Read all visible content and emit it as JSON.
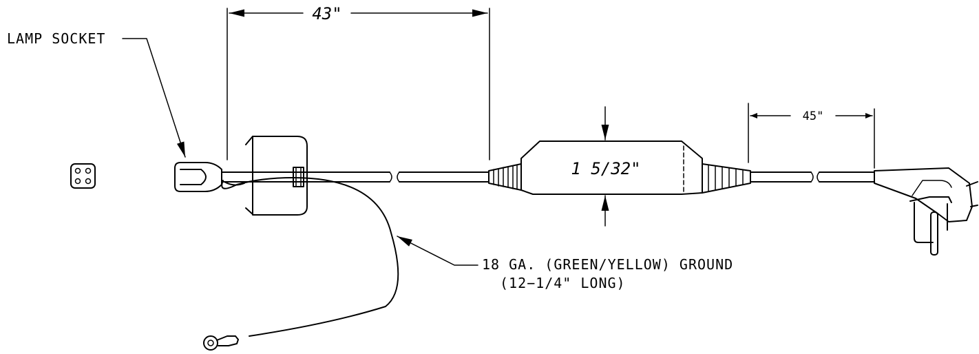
{
  "labels": {
    "lamp_socket": "LAMP SOCKET",
    "ground_line1": "18 GA. (GREEN/YELLOW) GROUND",
    "ground_line2": "(12−1/4\" LONG)"
  },
  "dimensions": {
    "cord_length_1": "43\"",
    "switch_width": "1 5/32\"",
    "cord_length_2": "45\""
  },
  "colors": {
    "line": "#000000",
    "background": "#ffffff"
  }
}
